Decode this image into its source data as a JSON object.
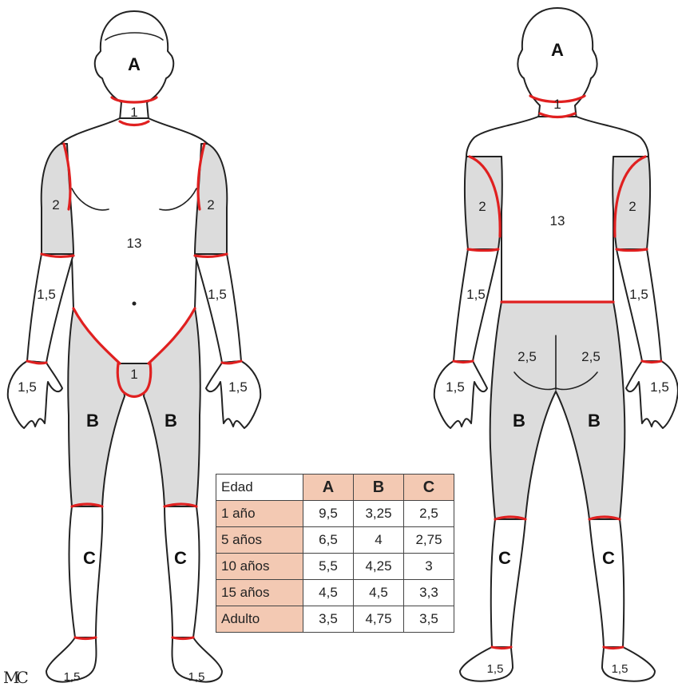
{
  "front": {
    "head": "A",
    "neck": "1",
    "arm_left": "2",
    "arm_right": "2",
    "trunk": "13",
    "forearm_left": "1,5",
    "forearm_right": "1,5",
    "hand_left": "1,5",
    "hand_right": "1,5",
    "genitals": "1",
    "thigh_left": "B",
    "thigh_right": "B",
    "leg_left": "C",
    "leg_right": "C",
    "foot_left": "1,5",
    "foot_right": "1,5"
  },
  "back": {
    "head": "A",
    "neck": "1",
    "arm_left": "2",
    "arm_right": "2",
    "trunk": "13",
    "forearm_left": "1,5",
    "forearm_right": "1,5",
    "hand_left": "1,5",
    "hand_right": "1,5",
    "buttock_left": "2,5",
    "buttock_right": "2,5",
    "thigh_left": "B",
    "thigh_right": "B",
    "leg_left": "C",
    "leg_right": "C",
    "foot_left": "1,5",
    "foot_right": "1,5"
  },
  "table": {
    "header": [
      "Edad",
      "A",
      "B",
      "C"
    ],
    "rows": [
      [
        "1 año",
        "9,5",
        "3,25",
        "2,5"
      ],
      [
        "5 años",
        "6,5",
        "4",
        "2,75"
      ],
      [
        "10 años",
        "5,5",
        "4,25",
        "3"
      ],
      [
        "15 años",
        "4,5",
        "4,5",
        "3,3"
      ],
      [
        "Adulto",
        "3,5",
        "4,75",
        "3,5"
      ]
    ]
  },
  "signature": "MC",
  "colors": {
    "region_fill": "#dcdcdc",
    "boundary_line": "#e02020",
    "table_highlight": "#f3c9b3"
  }
}
